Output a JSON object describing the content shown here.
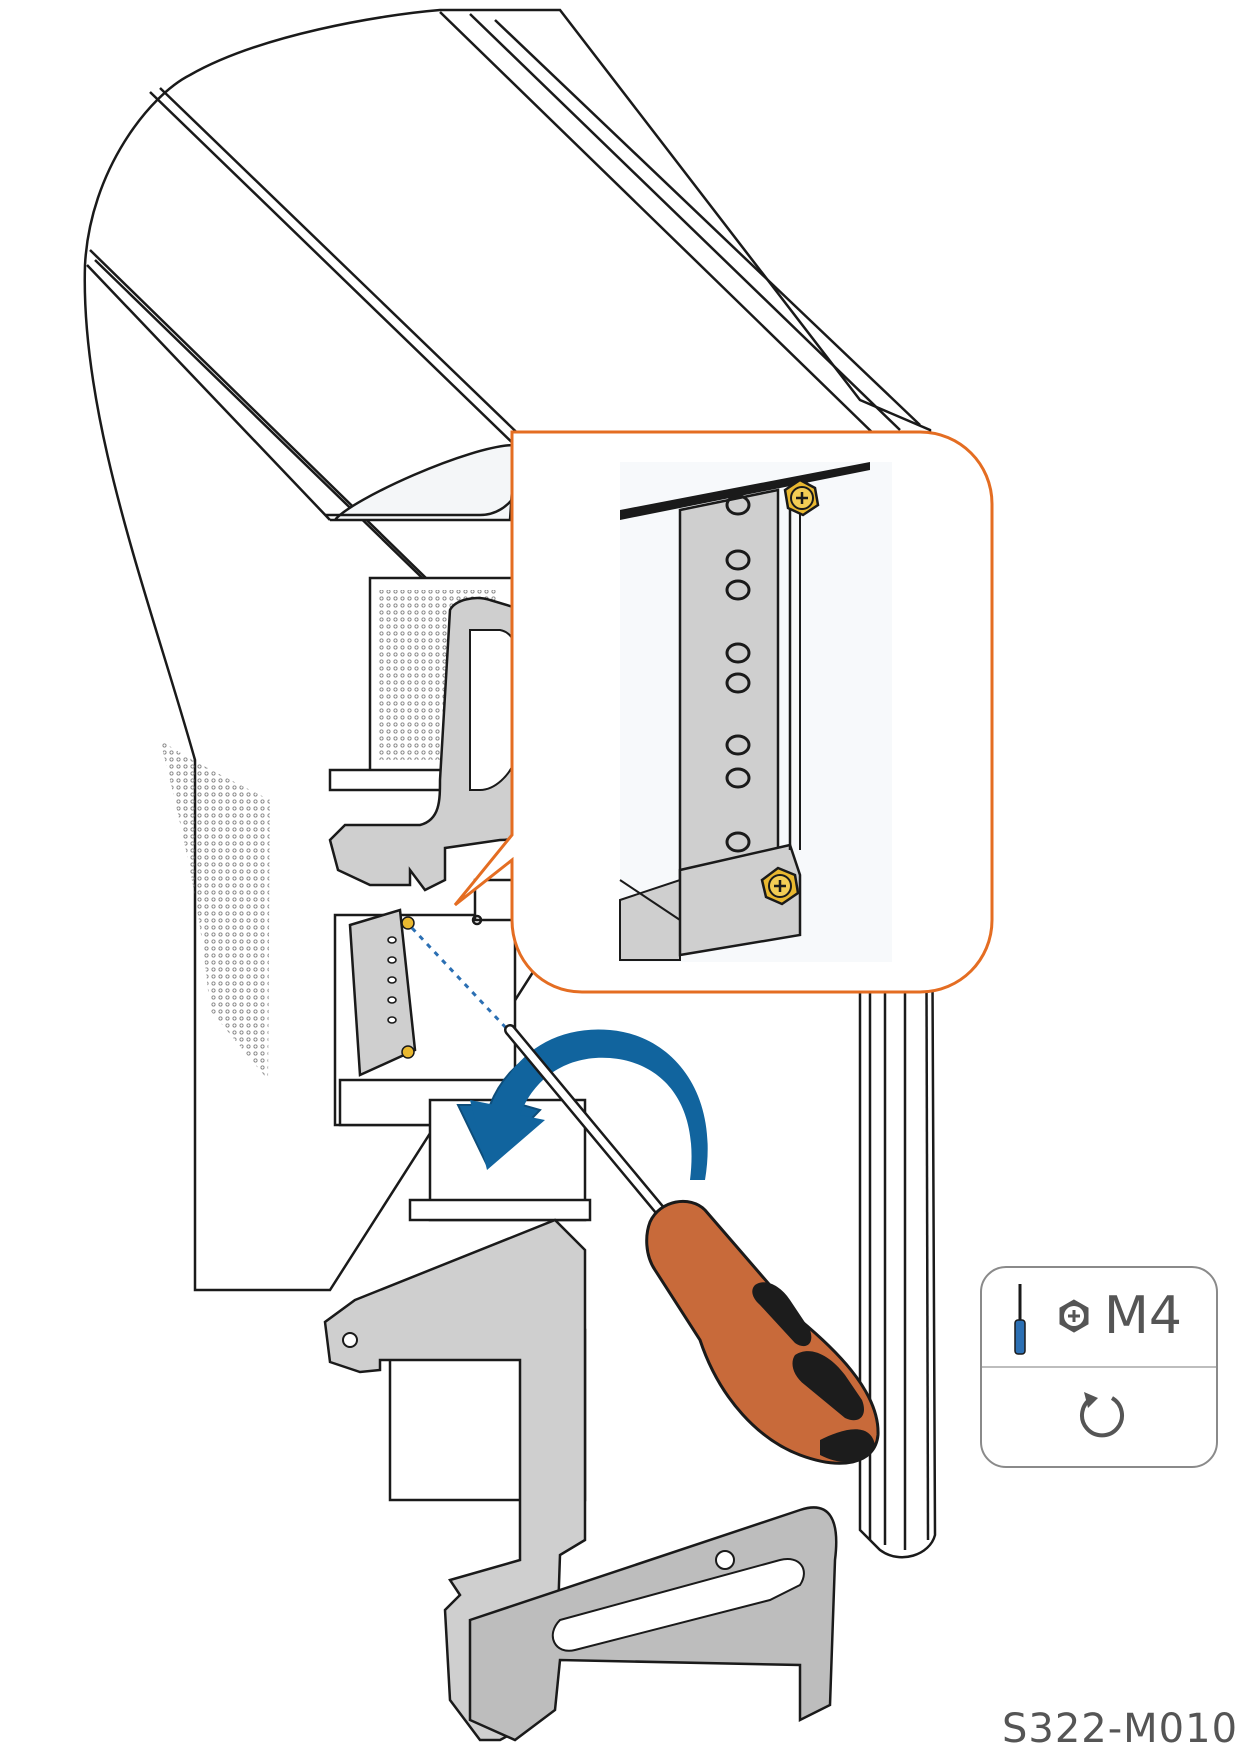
{
  "diagram": {
    "colors": {
      "outline": "#1a1a1a",
      "body_fill": "#ffffff",
      "panel_fill": "#f7f9fb",
      "gray_part": "#cfcfcf",
      "dark_gray": "#8a8a8a",
      "callout_border": "#e46d22",
      "arrow_blue": "#11649e",
      "handle_orange": "#c86a3a",
      "grip_black": "#1c1c1c",
      "screw_gold": "#e9b830",
      "guide_dots": "#2b6fb3"
    },
    "callout": {
      "name": "screw-detail-callout"
    },
    "tool_spec": {
      "tool_icon": "screwdriver-icon",
      "head_icon": "phillips-screw-head-icon",
      "screw_size": "M4",
      "direction_icon": "counterclockwise-rotate-icon"
    },
    "figure_code": "S322-M010"
  }
}
